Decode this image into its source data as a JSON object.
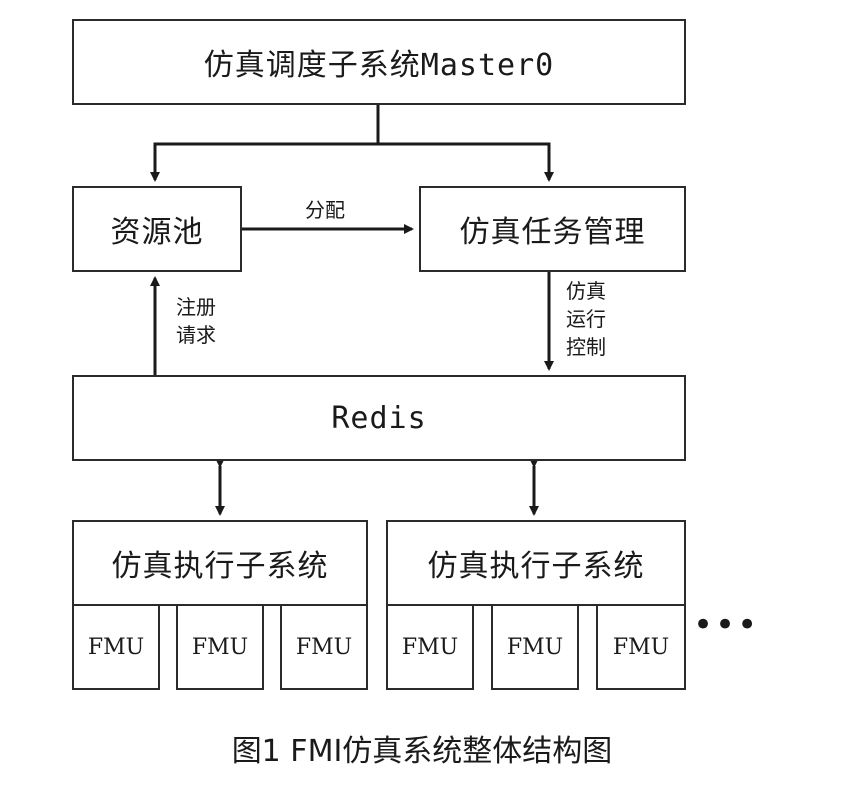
{
  "diagram": {
    "master": "仿真调度子系统Master0",
    "resource_pool": "资源池",
    "task_mgmt": "仿真任务管理",
    "redis": "Redis",
    "edge_allocate": "分配",
    "edge_register": [
      "注册",
      "请求"
    ],
    "edge_control": [
      "仿真",
      "运行",
      "控制"
    ],
    "exec_left": "仿真执行子系统",
    "exec_right": "仿真执行子系统",
    "fmu": [
      "FMU",
      "FMU",
      "FMU",
      "FMU",
      "FMU",
      "FMU"
    ],
    "ellipsis": "•••"
  },
  "caption": "图1  FMI仿真系统整体结构图"
}
